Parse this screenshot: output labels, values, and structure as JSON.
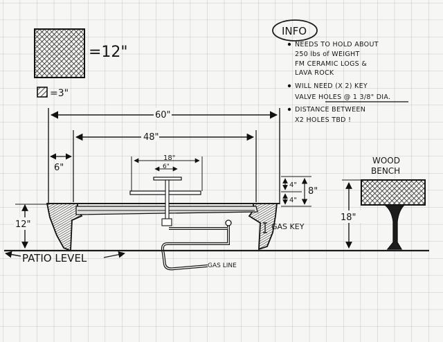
{
  "legend": {
    "large_scale": "=12\"",
    "small_scale": "=3\""
  },
  "info": {
    "title": "INFO",
    "bullets": [
      [
        "NEEDS TO HOLD ABOUT",
        "250 lbs of WEIGHT",
        "FM CERAMIC LOGS &",
        "LAVA ROCK"
      ],
      [
        "WILL NEED (X 2) KEY",
        "VALVE HOLES @ 1 3/8\" DIA."
      ],
      [
        "DISTANCE BETWEEN",
        "X2 HOLES TBD !"
      ]
    ]
  },
  "dimensions": {
    "overall_width": "60\"",
    "inner_width": "48\"",
    "lip_width": "6\"",
    "burner_width": "18\"",
    "burner_inner": "6\"",
    "bowl_height": "12\"",
    "upper_gap": "4\"",
    "lower_gap": "4\"",
    "burner_stack": "8\"",
    "bench_height": "18\""
  },
  "labels": {
    "gas_key": "GAS KEY",
    "gas_line": "GAS LINE",
    "patio_level": "PATIO LEVEL",
    "bench_line1": "WOOD",
    "bench_line2": "BENCH"
  }
}
